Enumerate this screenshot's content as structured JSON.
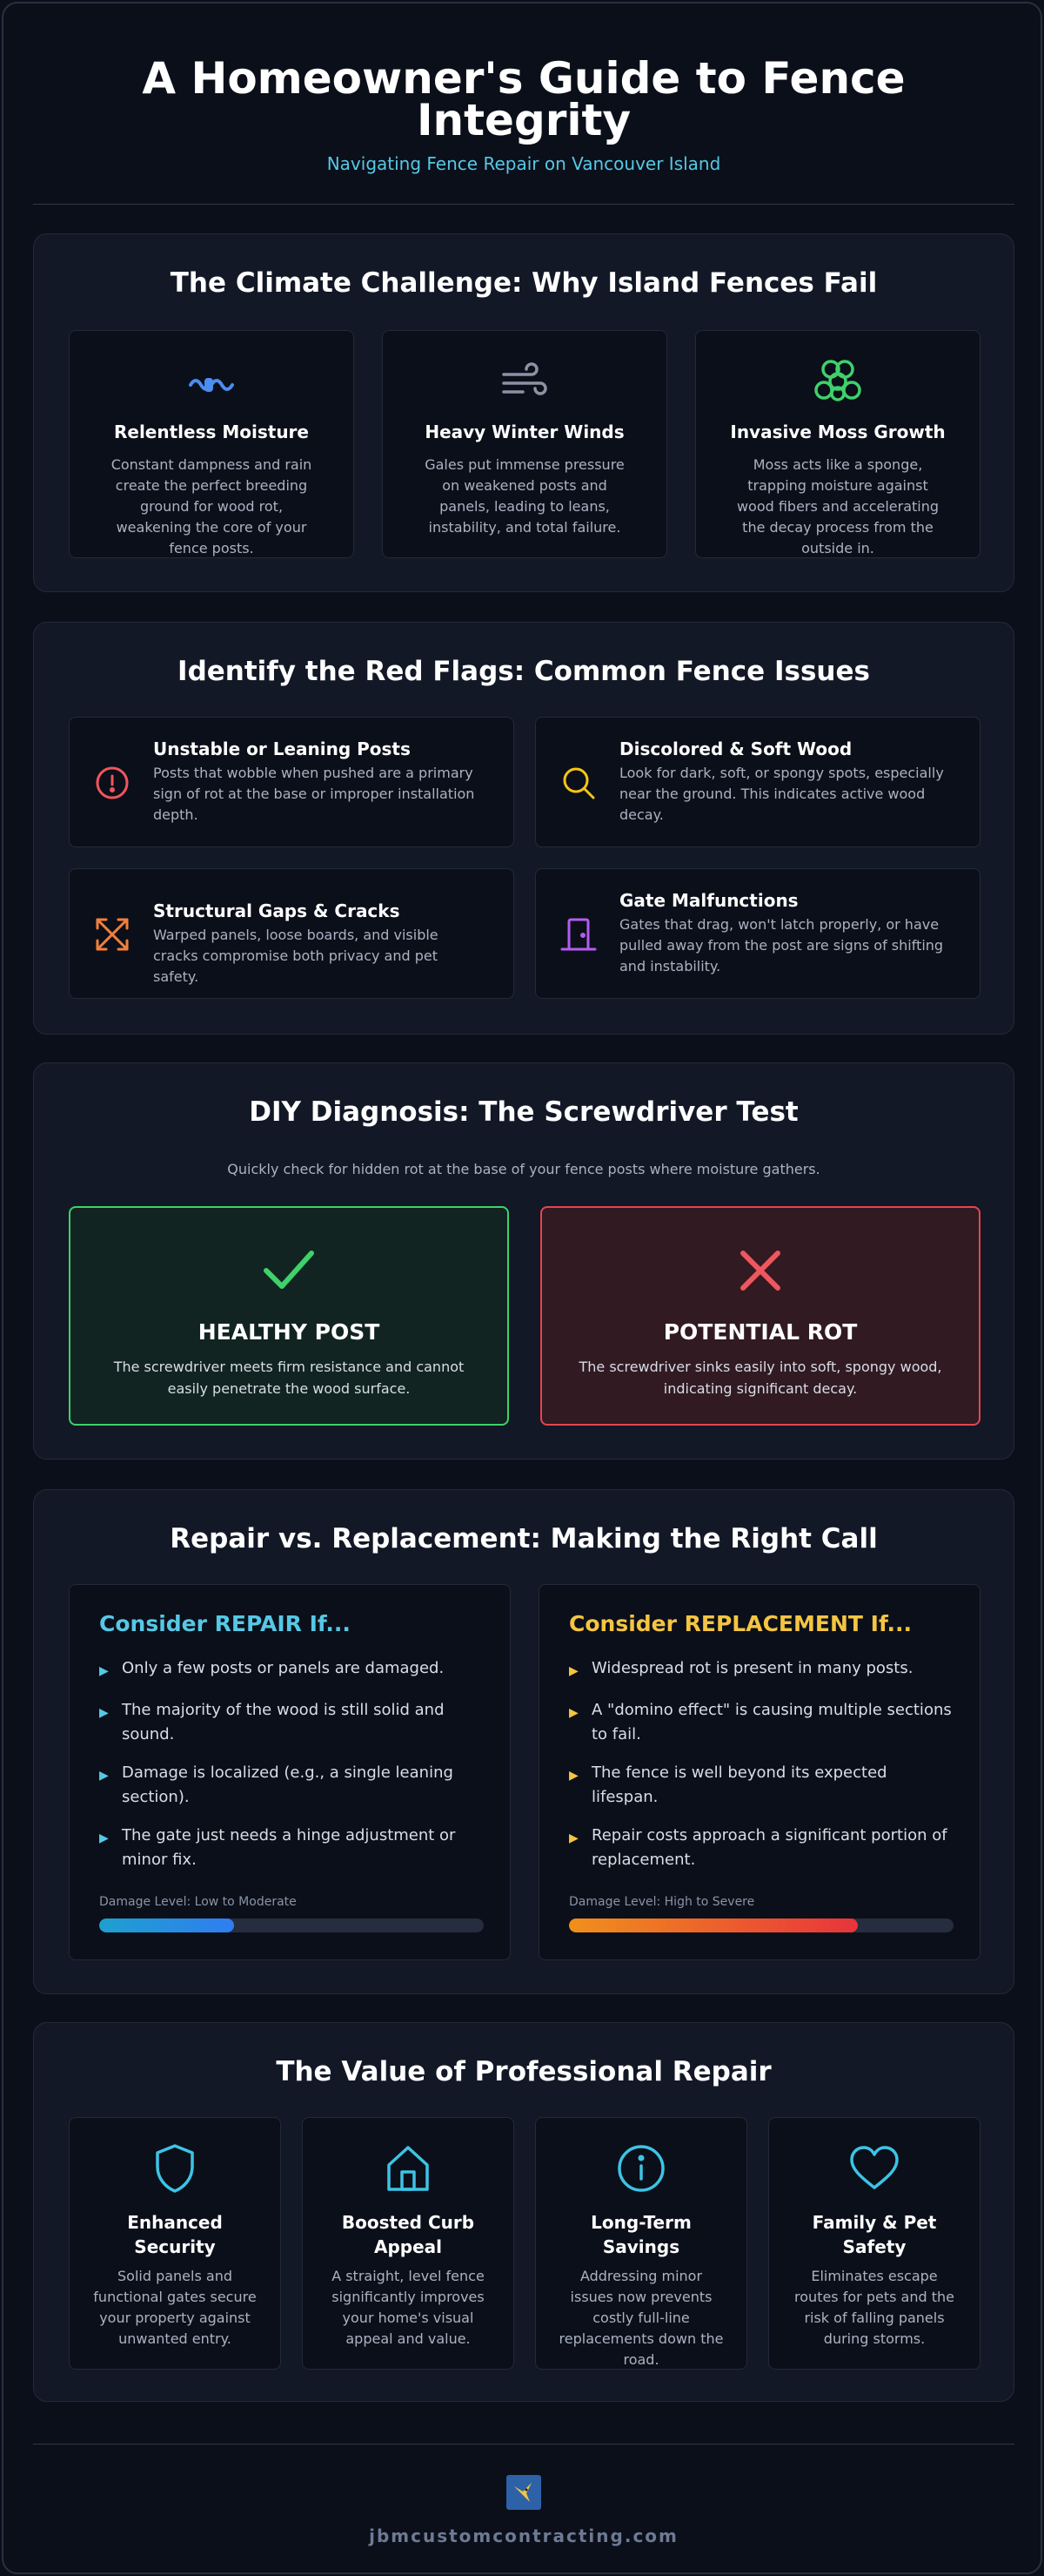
{
  "header": {
    "title": "A Homeowner's Guide to Fence Integrity",
    "subtitle": "Navigating Fence Repair on Vancouver Island"
  },
  "climate": {
    "title": "The Climate Challenge: Why Island Fences Fail",
    "cards": [
      {
        "icon": "water-droplets-icon",
        "color": "#4a8ef0",
        "title": "Relentless Moisture",
        "body": "Constant dampness and rain create the perfect breeding ground for wood rot, weakening the core of your fence posts."
      },
      {
        "icon": "wind-icon",
        "color": "#8a93a6",
        "title": "Heavy Winter Winds",
        "body": "Gales put immense pressure on weakened posts and panels, leading to leans, instability, and total failure."
      },
      {
        "icon": "moss-icon",
        "color": "#3fd16b",
        "title": "Invasive Moss Growth",
        "body": "Moss acts like a sponge, trapping moisture against wood fibers and accelerating the decay process from the outside in."
      }
    ]
  },
  "flags": {
    "title": "Identify the Red Flags: Common Fence Issues",
    "cards": [
      {
        "icon": "alert-circle-icon",
        "color": "#f0565c",
        "title": "Unstable or Leaning Posts",
        "body": "Posts that wobble when pushed are a primary sign of rot at the base or improper installation depth."
      },
      {
        "icon": "magnifier-icon",
        "color": "#f5c518",
        "title": "Discolored & Soft Wood",
        "body": "Look for dark, soft, or spongy spots, especially near the ground. This indicates active wood decay."
      },
      {
        "icon": "expand-arrows-icon",
        "color": "#f0803c",
        "title": "Structural Gaps & Cracks",
        "body": "Warped panels, loose boards, and visible cracks compromise both privacy and pet safety."
      },
      {
        "icon": "door-icon",
        "color": "#b45cf0",
        "title": "Gate Malfunctions",
        "body": "Gates that drag, won't latch properly, or have pulled away from the post are signs of shifting and instability."
      }
    ]
  },
  "diy": {
    "title": "DIY Diagnosis: The Screwdriver Test",
    "intro": "Quickly check for hidden rot at the base of your fence posts where moisture gathers.",
    "healthy": {
      "icon": "checkmark-icon",
      "color": "#3fd16b",
      "title": "HEALTHY POST",
      "body": "The screwdriver meets firm resistance and cannot easily penetrate the wood surface."
    },
    "rot": {
      "icon": "x-mark-icon",
      "color": "#f0565c",
      "title": "POTENTIAL ROT",
      "body": "The screwdriver sinks easily into soft, spongy wood, indicating significant decay."
    }
  },
  "decision": {
    "title": "Repair vs. Replacement: Making the Right Call",
    "repair": {
      "heading": "Consider REPAIR If...",
      "color": "#56c8e6",
      "items": [
        "Only a few posts or panels are damaged.",
        "The majority of the wood is still solid and sound.",
        "Damage is localized (e.g., a single leaning section).",
        "The gate just needs a hinge adjustment or minor fix."
      ],
      "damage_label": "Damage Level: Low to Moderate",
      "damage_level": 0.35
    },
    "replace": {
      "heading": "Consider REPLACEMENT If...",
      "color": "#f5c542",
      "items": [
        "Widespread rot is present in many posts.",
        "A \"domino effect\" is causing multiple sections to fail.",
        "The fence is well beyond its expected lifespan.",
        "Repair costs approach a significant portion of replacement."
      ],
      "damage_label": "Damage Level: High to Severe",
      "damage_level": 0.75
    }
  },
  "value": {
    "title": "The Value of Professional Repair",
    "icon_color": "#3cc4e6",
    "cards": [
      {
        "icon": "shield-icon",
        "title": "Enhanced Security",
        "body": "Solid panels and functional gates secure your property against unwanted entry."
      },
      {
        "icon": "house-icon",
        "title": "Boosted Curb Appeal",
        "body": "A straight, level fence significantly improves your home's visual appeal and value."
      },
      {
        "icon": "info-icon",
        "title": "Long-Term Savings",
        "body": "Addressing minor issues now prevents costly full-line replacements down the road."
      },
      {
        "icon": "heart-icon",
        "title": "Family & Pet Safety",
        "body": "Eliminates escape routes for pets and the risk of falling panels during storms."
      }
    ]
  },
  "footer": {
    "logo_icon": "hummingbird-logo-icon",
    "url": "jbmcustomcontracting.com"
  }
}
